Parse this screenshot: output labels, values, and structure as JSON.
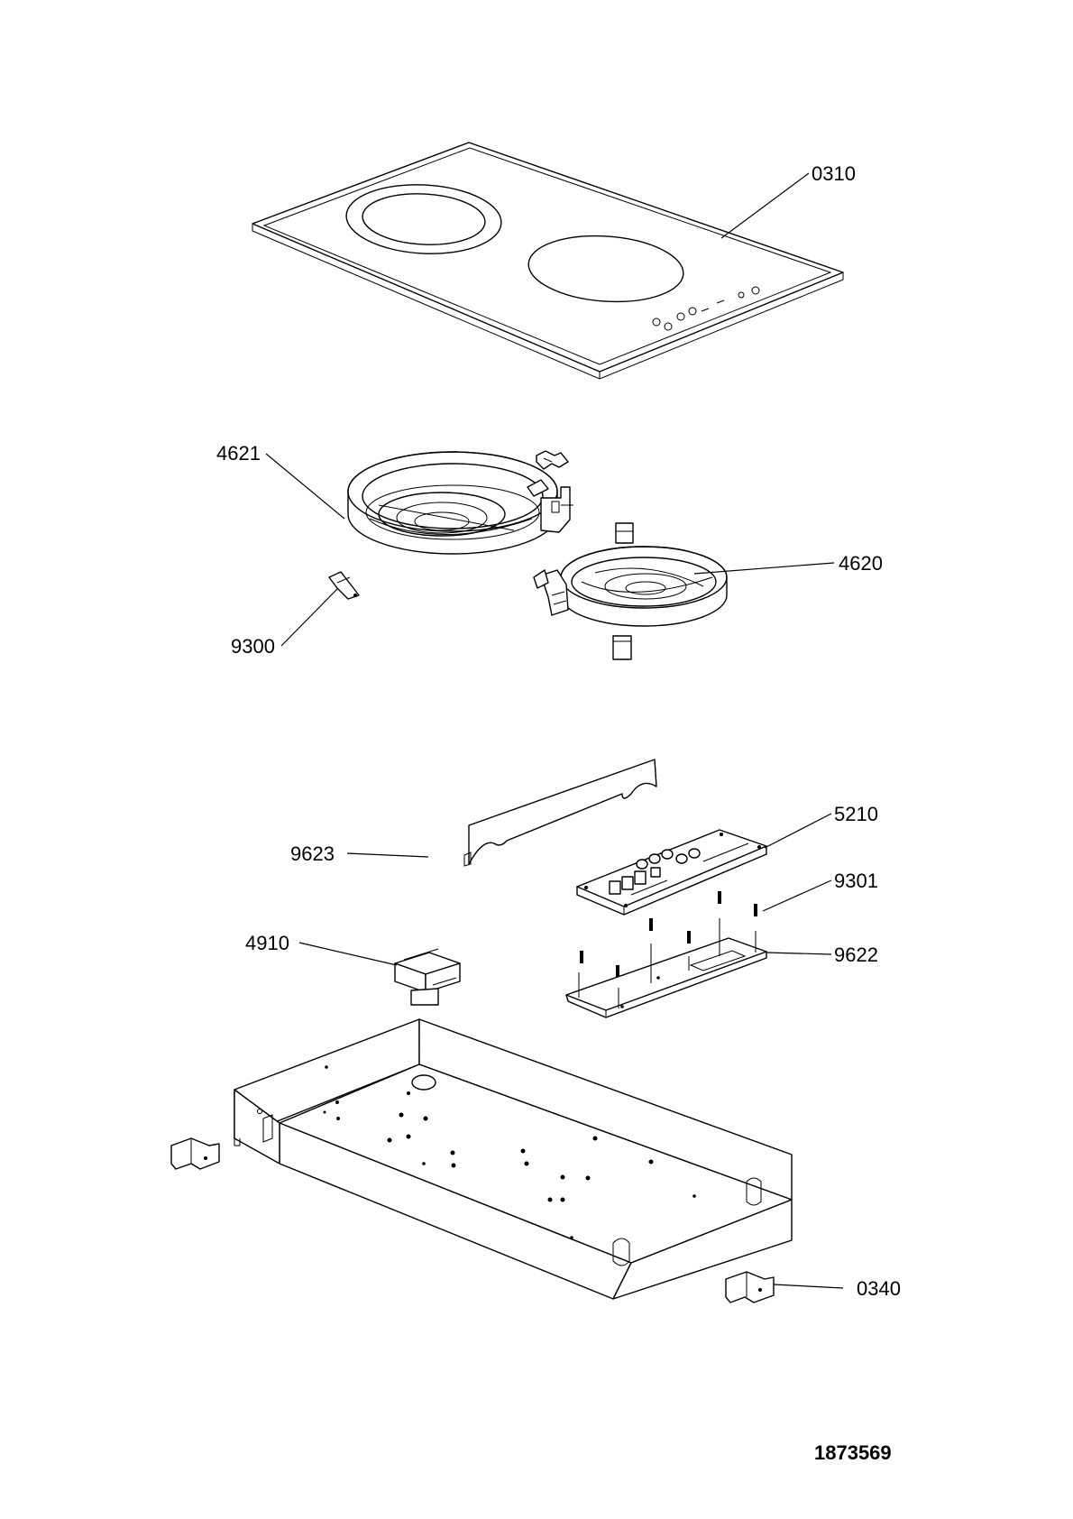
{
  "labels": {
    "p0310": "0310",
    "p4621": "4621",
    "p4620": "4620",
    "p9300": "9300",
    "p9623": "9623",
    "p5210": "5210",
    "p9301": "9301",
    "p4910": "4910",
    "p9622": "9622",
    "p0340": "0340"
  },
  "document_number": "1873569"
}
